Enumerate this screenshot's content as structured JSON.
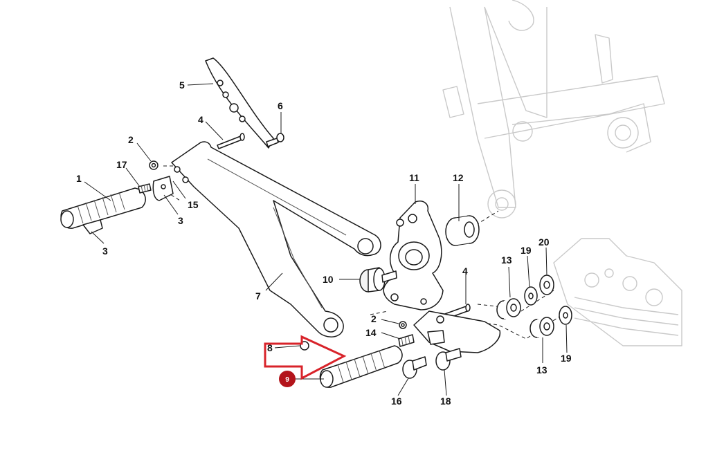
{
  "colors": {
    "highlight_arrow": "#d8232a",
    "badge_fill": "#b3141b",
    "part_stroke": "#1a1a1a",
    "frame_stroke": "#c9c9c9"
  },
  "callouts": {
    "c1": "1",
    "c2a": "2",
    "c2b": "2",
    "c3a": "3",
    "c3b": "3",
    "c4a": "4",
    "c4b": "4",
    "c5": "5",
    "c6": "6",
    "c7": "7",
    "c8": "8",
    "c10": "10",
    "c11": "11",
    "c12": "12",
    "c13a": "13",
    "c13b": "13",
    "c14": "14",
    "c15": "15",
    "c16": "16",
    "c17": "17",
    "c18": "18",
    "c19a": "19",
    "c19b": "19",
    "c20": "20"
  },
  "selected_part": {
    "label": "9",
    "icon": "highlight-arrow-icon"
  }
}
